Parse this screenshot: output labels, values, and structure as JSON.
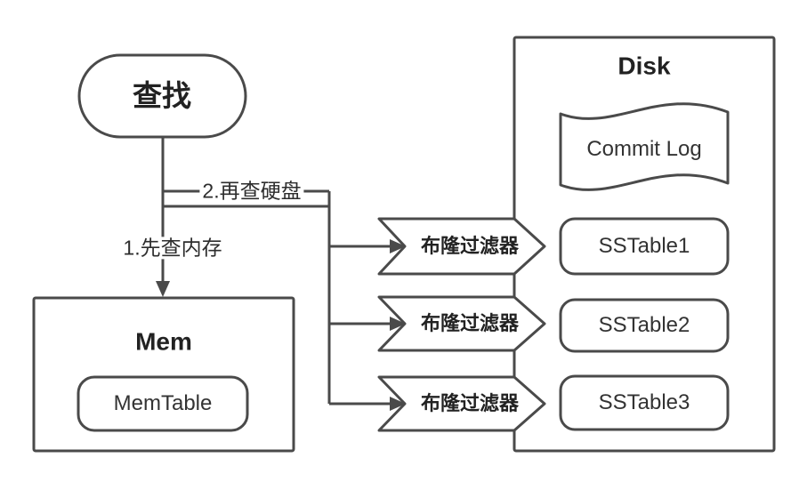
{
  "diagram": {
    "start": {
      "label": "查找"
    },
    "edge_labels": {
      "memory": "1.先查内存",
      "disk": "2.再查硬盘"
    },
    "mem_box": {
      "title": "Mem",
      "memtable_label": "MemTable"
    },
    "disk_box": {
      "title": "Disk",
      "commit_log_label": "Commit Log",
      "sstables": [
        "SSTable1",
        "SSTable2",
        "SSTable3"
      ]
    },
    "bloom_filters": [
      "布隆过滤器",
      "布隆过滤器",
      "布隆过滤器"
    ],
    "colors": {
      "stroke": "#4a4a4a",
      "title_text": "#222222",
      "body_text": "#333333",
      "background": "#ffffff"
    }
  }
}
